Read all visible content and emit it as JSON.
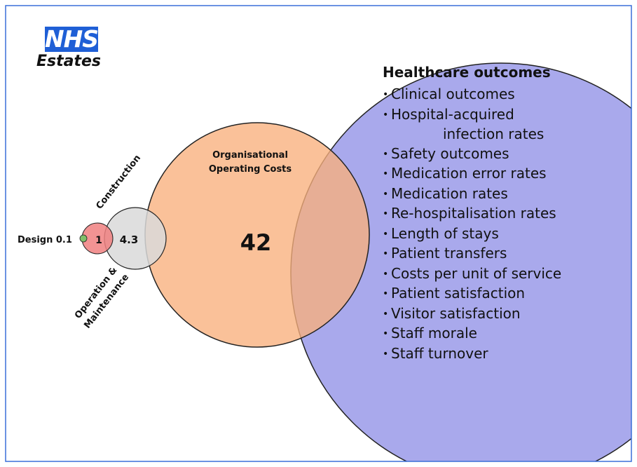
{
  "logo": {
    "nhs": "NHS",
    "estates": "Estates",
    "brand_color": "#1f5fd6"
  },
  "labels": {
    "design": "Design 0.1",
    "construction_value": "1",
    "om_value": "4.3",
    "operating_value": "42",
    "construction": "Construction",
    "operation_line1": "Operation &",
    "operation_line2": "Maintenance",
    "operating_line1": "Organisational",
    "operating_line2": "Operating Costs"
  },
  "outcomes": {
    "title": "Healthcare outcomes",
    "items": [
      {
        "text": "Clinical outcomes"
      },
      {
        "text": "Hospital-acquired",
        "cont": "infection rates"
      },
      {
        "text": "Safety outcomes"
      },
      {
        "text": "Medication error rates"
      },
      {
        "text": "Medication rates"
      },
      {
        "text": "Re-hospitalisation rates"
      },
      {
        "text": "Length of stays"
      },
      {
        "text": "Patient transfers"
      },
      {
        "text": "Costs per unit of service"
      },
      {
        "text": "Patient satisfaction"
      },
      {
        "text": "Visitor satisfaction"
      },
      {
        "text": "Staff morale"
      },
      {
        "text": "Staff turnover"
      }
    ]
  },
  "colors": {
    "frame": "#3a6fd8",
    "design": "#7fbf6a",
    "construction": "#f08080",
    "om": "#d9d9d9",
    "operating": "#f9b07c",
    "outcomes": "#a9a9ec"
  }
}
